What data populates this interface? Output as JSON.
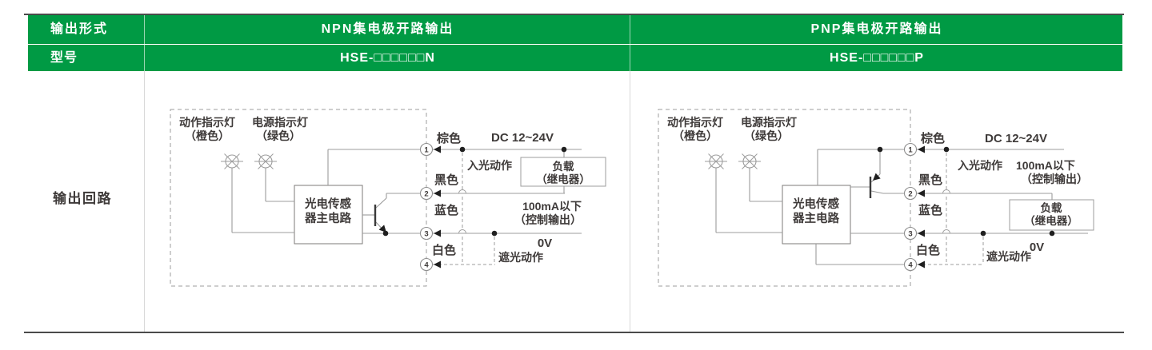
{
  "colors": {
    "header_green": "#009a44",
    "rule_dark": "#4b4b4b",
    "wire_gray": "#9c9c9c",
    "text_dark": "#3e3a39"
  },
  "table": {
    "row1": {
      "label": "输出形式",
      "npn": "NPN集电极开路输出",
      "pnp": "PNP集电极开路输出"
    },
    "row2": {
      "label": "型号",
      "npn": "HSE-□□□□□□N",
      "pnp": "HSE-□□□□□□P"
    },
    "row3": {
      "label": "输出回路"
    }
  },
  "npn": {
    "indicator_action": "动作指示灯",
    "indicator_action_color": "（橙色）",
    "indicator_power": "电源指示灯",
    "indicator_power_color": "（绿色）",
    "circuit_box": [
      "光电传感",
      "器主电路"
    ],
    "wires": [
      "棕色",
      "黑色",
      "蓝色",
      "白色"
    ],
    "terminals": [
      "1",
      "2",
      "3",
      "4"
    ],
    "supply": "DC 12~24V",
    "light_on": "入光动作",
    "load": [
      "负载",
      "（继电器）"
    ],
    "current_limit": [
      "100mA以下",
      "（控制输出）"
    ],
    "zero_volt": "0V",
    "dark_on": "遮光动作"
  },
  "pnp": {
    "indicator_action": "动作指示灯",
    "indicator_action_color": "（橙色）",
    "indicator_power": "电源指示灯",
    "indicator_power_color": "（绿色）",
    "circuit_box": [
      "光电传感",
      "器主电路"
    ],
    "wires": [
      "棕色",
      "黑色",
      "蓝色",
      "白色"
    ],
    "terminals": [
      "1",
      "2",
      "3",
      "4"
    ],
    "supply": "DC 12~24V",
    "light_on": "入光动作",
    "load": [
      "负载",
      "（继电器）"
    ],
    "current_limit": [
      "100mA以下",
      "（控制输出）"
    ],
    "zero_volt": "0V",
    "dark_on": "遮光动作"
  }
}
